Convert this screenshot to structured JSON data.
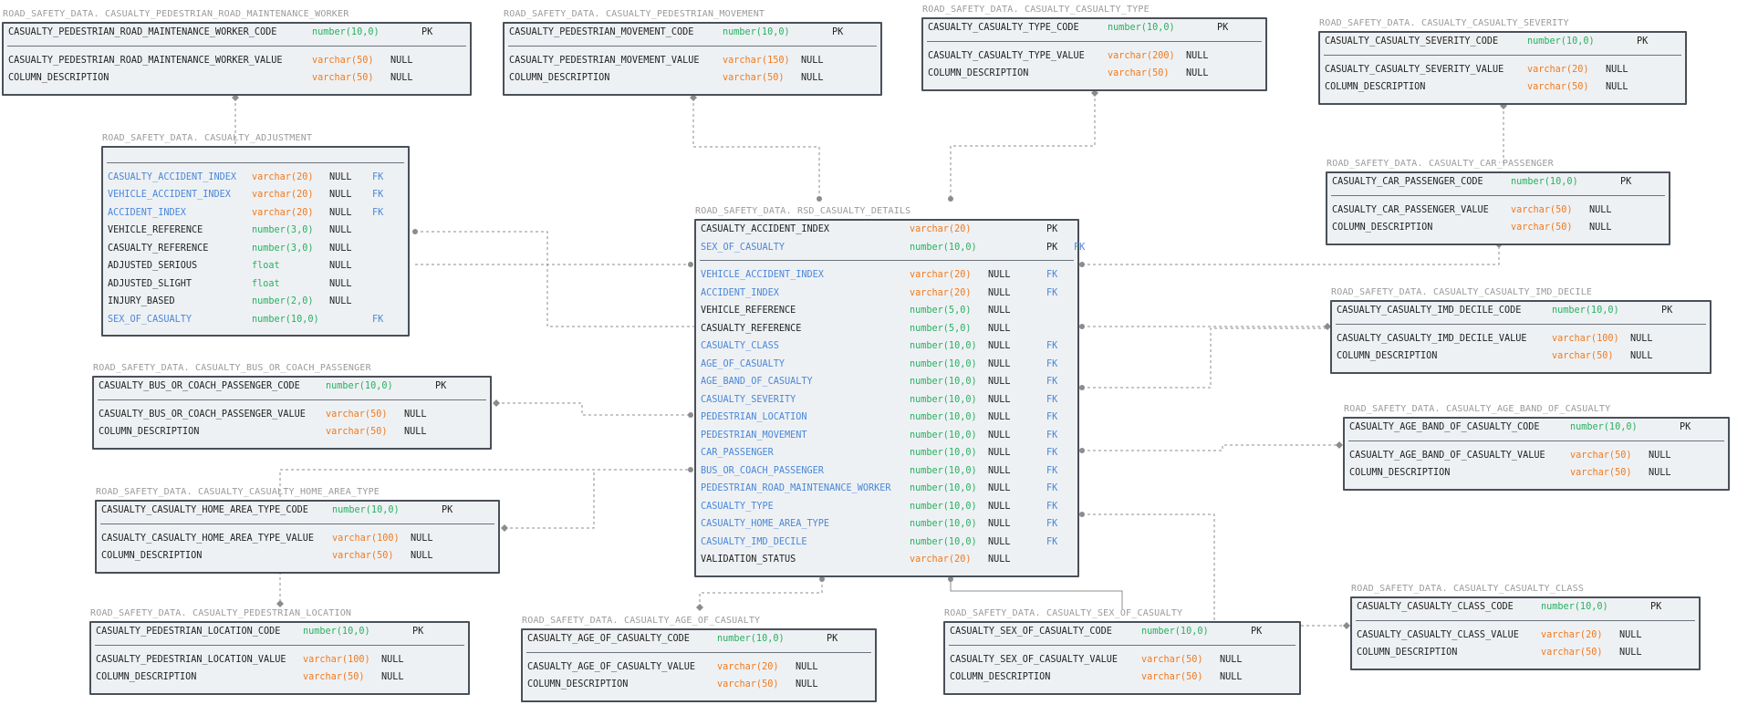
{
  "schema": "ROAD_SAFETY_DATA",
  "colors": {
    "border": "#4a5058",
    "fill": "#eef1f4",
    "fk_column": "#4a87d8",
    "varchar_type": "#f07a1e",
    "number_type": "#28b060",
    "table_title": "#9a9a9a",
    "link": "#8c8c8c"
  },
  "tables": [
    {
      "id": "t_prmw",
      "title": "ROAD_SAFETY_DATA. CASUALTY_PEDESTRIAN_ROAD_MAINTENANCE_WORKER",
      "pk": [
        {
          "name": "CASUALTY_PEDESTRIAN_ROAD_MAINTENANCE_WORKER_CODE",
          "type": "number(10,0)",
          "null": "",
          "key": "PK"
        }
      ],
      "cols": [
        {
          "name": "CASUALTY_PEDESTRIAN_ROAD_MAINTENANCE_WORKER_VALUE",
          "type": "varchar(50)",
          "null": "NULL",
          "key": ""
        },
        {
          "name": "COLUMN_DESCRIPTION",
          "type": "varchar(50)",
          "null": "NULL",
          "key": ""
        }
      ]
    },
    {
      "id": "t_pm",
      "title": "ROAD_SAFETY_DATA. CASUALTY_PEDESTRIAN_MOVEMENT",
      "pk": [
        {
          "name": "CASUALTY_PEDESTRIAN_MOVEMENT_CODE",
          "type": "number(10,0)",
          "null": "",
          "key": "PK"
        }
      ],
      "cols": [
        {
          "name": "CASUALTY_PEDESTRIAN_MOVEMENT_VALUE",
          "type": "varchar(150)",
          "null": "NULL",
          "key": ""
        },
        {
          "name": "COLUMN_DESCRIPTION",
          "type": "varchar(50)",
          "null": "NULL",
          "key": ""
        }
      ]
    },
    {
      "id": "t_ct",
      "title": "ROAD_SAFETY_DATA. CASUALTY_CASUALTY_TYPE",
      "pk": [
        {
          "name": "CASUALTY_CASUALTY_TYPE_CODE",
          "type": "number(10,0)",
          "null": "",
          "key": "PK"
        }
      ],
      "cols": [
        {
          "name": "CASUALTY_CASUALTY_TYPE_VALUE",
          "type": "varchar(200)",
          "null": "NULL",
          "key": ""
        },
        {
          "name": "COLUMN_DESCRIPTION",
          "type": "varchar(50)",
          "null": "NULL",
          "key": ""
        }
      ]
    },
    {
      "id": "t_cs",
      "title": "ROAD_SAFETY_DATA. CASUALTY_CASUALTY_SEVERITY",
      "pk": [
        {
          "name": "CASUALTY_CASUALTY_SEVERITY_CODE",
          "type": "number(10,0)",
          "null": "",
          "key": "PK"
        }
      ],
      "cols": [
        {
          "name": "CASUALTY_CASUALTY_SEVERITY_VALUE",
          "type": "varchar(20)",
          "null": "NULL",
          "key": ""
        },
        {
          "name": "COLUMN_DESCRIPTION",
          "type": "varchar(50)",
          "null": "NULL",
          "key": ""
        }
      ]
    },
    {
      "id": "t_adj",
      "title": "ROAD_SAFETY_DATA. CASUALTY_ADJUSTMENT",
      "pk": [],
      "cols": [
        {
          "name": "CASUALTY_ACCIDENT_INDEX",
          "type": "varchar(20)",
          "null": "NULL",
          "key": "FK"
        },
        {
          "name": "VEHICLE_ACCIDENT_INDEX",
          "type": "varchar(20)",
          "null": "NULL",
          "key": "FK"
        },
        {
          "name": "ACCIDENT_INDEX",
          "type": "varchar(20)",
          "null": "NULL",
          "key": "FK"
        },
        {
          "name": "VEHICLE_REFERENCE",
          "type": "number(3,0)",
          "null": "NULL",
          "key": ""
        },
        {
          "name": "CASUALTY_REFERENCE",
          "type": "number(3,0)",
          "null": "NULL",
          "key": ""
        },
        {
          "name": "ADJUSTED_SERIOUS",
          "type": "float",
          "null": "NULL",
          "key": ""
        },
        {
          "name": "ADJUSTED_SLIGHT",
          "type": "float",
          "null": "NULL",
          "key": ""
        },
        {
          "name": "INJURY_BASED",
          "type": "number(2,0)",
          "null": "NULL",
          "key": ""
        },
        {
          "name": "SEX_OF_CASUALTY",
          "type": "number(10,0)",
          "null": "",
          "key": "FK"
        }
      ]
    },
    {
      "id": "t_cp",
      "title": "ROAD_SAFETY_DATA. CASUALTY_CAR_PASSENGER",
      "pk": [
        {
          "name": "CASUALTY_CAR_PASSENGER_CODE",
          "type": "number(10,0)",
          "null": "",
          "key": "PK"
        }
      ],
      "cols": [
        {
          "name": "CASUALTY_CAR_PASSENGER_VALUE",
          "type": "varchar(50)",
          "null": "NULL",
          "key": ""
        },
        {
          "name": "COLUMN_DESCRIPTION",
          "type": "varchar(50)",
          "null": "NULL",
          "key": ""
        }
      ]
    },
    {
      "id": "t_main",
      "title": "ROAD_SAFETY_DATA. RSD_CASUALTY_DETAILS",
      "pk": [
        {
          "name": "CASUALTY_ACCIDENT_INDEX",
          "type": "varchar(20)",
          "null": "",
          "key": "PK"
        },
        {
          "name": "SEX_OF_CASUALTY",
          "type": "number(10,0)",
          "null": "",
          "key": "PK",
          "fk": "FK"
        }
      ],
      "cols": [
        {
          "name": "VEHICLE_ACCIDENT_INDEX",
          "type": "varchar(20)",
          "null": "NULL",
          "key": "FK"
        },
        {
          "name": "ACCIDENT_INDEX",
          "type": "varchar(20)",
          "null": "NULL",
          "key": "FK"
        },
        {
          "name": "VEHICLE_REFERENCE",
          "type": "number(5,0)",
          "null": "NULL",
          "key": ""
        },
        {
          "name": "CASUALTY_REFERENCE",
          "type": "number(5,0)",
          "null": "NULL",
          "key": ""
        },
        {
          "name": "CASUALTY_CLASS",
          "type": "number(10,0)",
          "null": "NULL",
          "key": "FK"
        },
        {
          "name": "AGE_OF_CASUALTY",
          "type": "number(10,0)",
          "null": "NULL",
          "key": "FK"
        },
        {
          "name": "AGE_BAND_OF_CASUALTY",
          "type": "number(10,0)",
          "null": "NULL",
          "key": "FK"
        },
        {
          "name": "CASUALTY_SEVERITY",
          "type": "number(10,0)",
          "null": "NULL",
          "key": "FK"
        },
        {
          "name": "PEDESTRIAN_LOCATION",
          "type": "number(10,0)",
          "null": "NULL",
          "key": "FK"
        },
        {
          "name": "PEDESTRIAN_MOVEMENT",
          "type": "number(10,0)",
          "null": "NULL",
          "key": "FK"
        },
        {
          "name": "CAR_PASSENGER",
          "type": "number(10,0)",
          "null": "NULL",
          "key": "FK"
        },
        {
          "name": "BUS_OR_COACH_PASSENGER",
          "type": "number(10,0)",
          "null": "NULL",
          "key": "FK"
        },
        {
          "name": "PEDESTRIAN_ROAD_MAINTENANCE_WORKER",
          "type": "number(10,0)",
          "null": "NULL",
          "key": "FK"
        },
        {
          "name": "CASUALTY_TYPE",
          "type": "number(10,0)",
          "null": "NULL",
          "key": "FK"
        },
        {
          "name": "CASUALTY_HOME_AREA_TYPE",
          "type": "number(10,0)",
          "null": "NULL",
          "key": "FK"
        },
        {
          "name": "CASUALTY_IMD_DECILE",
          "type": "number(10,0)",
          "null": "NULL",
          "key": "FK"
        },
        {
          "name": "VALIDATION_STATUS",
          "type": "varchar(20)",
          "null": "NULL",
          "key": ""
        }
      ]
    },
    {
      "id": "t_imd",
      "title": "ROAD_SAFETY_DATA. CASUALTY_CASUALTY_IMD_DECILE",
      "pk": [
        {
          "name": "CASUALTY_CASUALTY_IMD_DECILE_CODE",
          "type": "number(10,0)",
          "null": "",
          "key": "PK"
        }
      ],
      "cols": [
        {
          "name": "CASUALTY_CASUALTY_IMD_DECILE_VALUE",
          "type": "varchar(100)",
          "null": "NULL",
          "key": ""
        },
        {
          "name": "COLUMN_DESCRIPTION",
          "type": "varchar(50)",
          "null": "NULL",
          "key": ""
        }
      ]
    },
    {
      "id": "t_bus",
      "title": "ROAD_SAFETY_DATA. CASUALTY_BUS_OR_COACH_PASSENGER",
      "pk": [
        {
          "name": "CASUALTY_BUS_OR_COACH_PASSENGER_CODE",
          "type": "number(10,0)",
          "null": "",
          "key": "PK"
        }
      ],
      "cols": [
        {
          "name": "CASUALTY_BUS_OR_COACH_PASSENGER_VALUE",
          "type": "varchar(50)",
          "null": "NULL",
          "key": ""
        },
        {
          "name": "COLUMN_DESCRIPTION",
          "type": "varchar(50)",
          "null": "NULL",
          "key": ""
        }
      ]
    },
    {
      "id": "t_ab",
      "title": "ROAD_SAFETY_DATA. CASUALTY_AGE_BAND_OF_CASUALTY",
      "pk": [
        {
          "name": "CASUALTY_AGE_BAND_OF_CASUALTY_CODE",
          "type": "number(10,0)",
          "null": "",
          "key": "PK"
        }
      ],
      "cols": [
        {
          "name": "CASUALTY_AGE_BAND_OF_CASUALTY_VALUE",
          "type": "varchar(50)",
          "null": "NULL",
          "key": ""
        },
        {
          "name": "COLUMN_DESCRIPTION",
          "type": "varchar(50)",
          "null": "NULL",
          "key": ""
        }
      ]
    },
    {
      "id": "t_ha",
      "title": "ROAD_SAFETY_DATA. CASUALTY_CASUALTY_HOME_AREA_TYPE",
      "pk": [
        {
          "name": "CASUALTY_CASUALTY_HOME_AREA_TYPE_CODE",
          "type": "number(10,0)",
          "null": "",
          "key": "PK"
        }
      ],
      "cols": [
        {
          "name": "CASUALTY_CASUALTY_HOME_AREA_TYPE_VALUE",
          "type": "varchar(100)",
          "null": "NULL",
          "key": ""
        },
        {
          "name": "COLUMN_DESCRIPTION",
          "type": "varchar(50)",
          "null": "NULL",
          "key": ""
        }
      ]
    },
    {
      "id": "t_cc",
      "title": "ROAD_SAFETY_DATA. CASUALTY_CASUALTY_CLASS",
      "pk": [
        {
          "name": "CASUALTY_CASUALTY_CLASS_CODE",
          "type": "number(10,0)",
          "null": "",
          "key": "PK"
        }
      ],
      "cols": [
        {
          "name": "CASUALTY_CASUALTY_CLASS_VALUE",
          "type": "varchar(20)",
          "null": "NULL",
          "key": ""
        },
        {
          "name": "COLUMN_DESCRIPTION",
          "type": "varchar(50)",
          "null": "NULL",
          "key": ""
        }
      ]
    },
    {
      "id": "t_pl",
      "title": "ROAD_SAFETY_DATA. CASUALTY_PEDESTRIAN_LOCATION",
      "pk": [
        {
          "name": "CASUALTY_PEDESTRIAN_LOCATION_CODE",
          "type": "number(10,0)",
          "null": "",
          "key": "PK"
        }
      ],
      "cols": [
        {
          "name": "CASUALTY_PEDESTRIAN_LOCATION_VALUE",
          "type": "varchar(100)",
          "null": "NULL",
          "key": ""
        },
        {
          "name": "COLUMN_DESCRIPTION",
          "type": "varchar(50)",
          "null": "NULL",
          "key": ""
        }
      ]
    },
    {
      "id": "t_age",
      "title": "ROAD_SAFETY_DATA. CASUALTY_AGE_OF_CASUALTY",
      "pk": [
        {
          "name": "CASUALTY_AGE_OF_CASUALTY_CODE",
          "type": "number(10,0)",
          "null": "",
          "key": "PK"
        }
      ],
      "cols": [
        {
          "name": "CASUALTY_AGE_OF_CASUALTY_VALUE",
          "type": "varchar(20)",
          "null": "NULL",
          "key": ""
        },
        {
          "name": "COLUMN_DESCRIPTION",
          "type": "varchar(50)",
          "null": "NULL",
          "key": ""
        }
      ]
    },
    {
      "id": "t_sex",
      "title": "ROAD_SAFETY_DATA. CASUALTY_SEX_OF_CASUALTY",
      "pk": [
        {
          "name": "CASUALTY_SEX_OF_CASUALTY_CODE",
          "type": "number(10,0)",
          "null": "",
          "key": "PK"
        }
      ],
      "cols": [
        {
          "name": "CASUALTY_SEX_OF_CASUALTY_VALUE",
          "type": "varchar(50)",
          "null": "NULL",
          "key": ""
        },
        {
          "name": "COLUMN_DESCRIPTION",
          "type": "varchar(50)",
          "null": "NULL",
          "key": ""
        }
      ]
    }
  ]
}
